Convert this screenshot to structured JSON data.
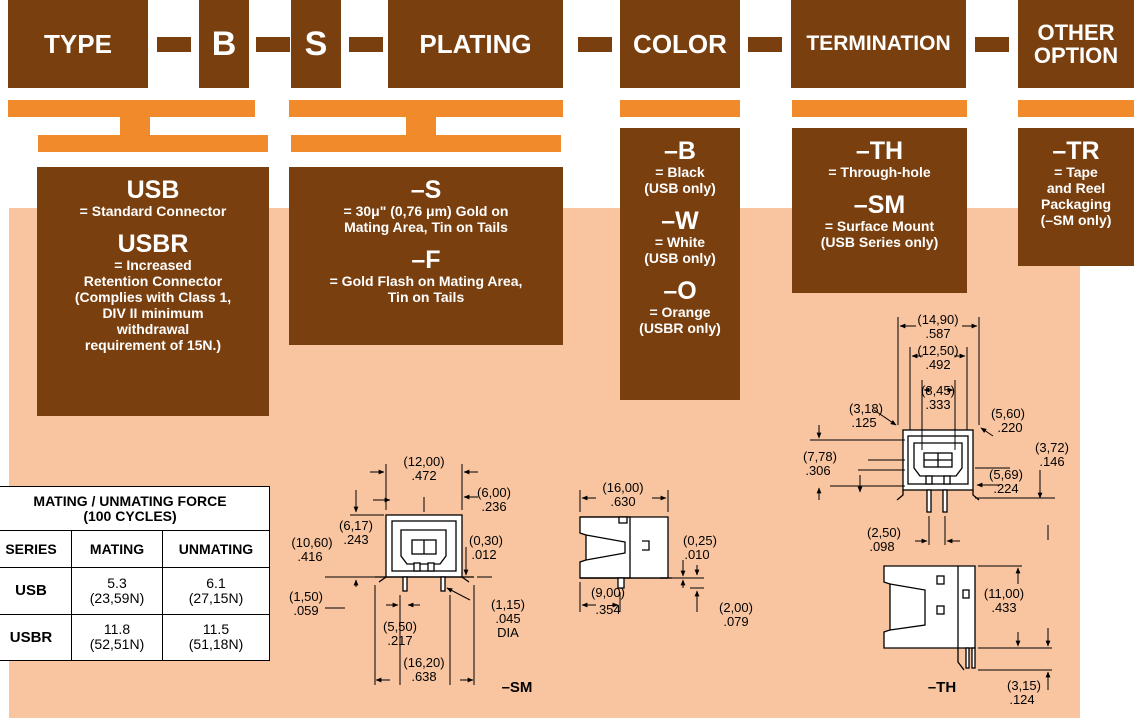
{
  "header": {
    "type": "TYPE",
    "b": "B",
    "s": "S",
    "plating": "PLATING",
    "color": "COLOR",
    "termination": "TERMINATION",
    "other_line1": "OTHER",
    "other_line2": "OPTION"
  },
  "type_box": {
    "usb_code": "USB",
    "usb_desc": "= Standard Connector",
    "usbr_code": "USBR",
    "usbr_desc": [
      "= Increased",
      "Retention Connector",
      "(Complies with Class 1,",
      "DIV II minimum",
      "withdrawal",
      "requirement of 15N.)"
    ]
  },
  "plating_box": {
    "s_code": "–S",
    "s_desc": [
      "= 30μ\" (0,76 μm) Gold on",
      "Mating Area, Tin on Tails"
    ],
    "f_code": "–F",
    "f_desc": [
      "= Gold Flash on Mating Area,",
      "Tin on Tails"
    ]
  },
  "color_box": {
    "b_code": "–B",
    "b_desc": [
      "= Black",
      "(USB only)"
    ],
    "w_code": "–W",
    "w_desc": [
      "= White",
      "(USB only)"
    ],
    "o_code": "–O",
    "o_desc": [
      "= Orange",
      "(USBR only)"
    ]
  },
  "termination_box": {
    "th_code": "–TH",
    "th_desc": "= Through-hole",
    "sm_code": "–SM",
    "sm_desc": [
      "= Surface Mount",
      "(USB Series only)"
    ]
  },
  "other_box": {
    "tr_code": "–TR",
    "tr_desc": [
      "= Tape",
      "and Reel",
      "Packaging",
      "(–SM only)"
    ]
  },
  "force_table": {
    "title_line1": "MATING / UNMATING FORCE",
    "title_line2": "(100 CYCLES)",
    "col_series": "SERIES",
    "col_mating": "MATING",
    "col_unmating": "UNMATING",
    "rows": [
      {
        "series": "USB",
        "mating": "5.3",
        "mating_n": "(23,59N)",
        "unmating": "6.1",
        "unmating_n": "(27,15N)"
      },
      {
        "series": "USBR",
        "mating": "11.8",
        "mating_n": "(52,51N)",
        "unmating": "11.5",
        "unmating_n": "(51,18N)"
      }
    ]
  },
  "sm_drawing": {
    "label": "–SM",
    "dims": {
      "w12": [
        "(12,00)",
        ".472"
      ],
      "w6": [
        "(6,00)",
        ".236"
      ],
      "h1060": [
        "(10,60)",
        ".416"
      ],
      "h617": [
        "(6,17)",
        ".243"
      ],
      "d030": [
        "(0,30)",
        ".012"
      ],
      "h150": [
        "(1,50)",
        ".059"
      ],
      "w550": [
        "(5,50)",
        ".217"
      ],
      "d115": [
        "(1,15)",
        ".045",
        "DIA"
      ],
      "w1620": [
        "(16,20)",
        ".638"
      ],
      "w1600": [
        "(16,00)",
        ".630"
      ],
      "d025": [
        "(0,25)",
        ".010"
      ],
      "w900": [
        "(9,00)",
        ".354"
      ],
      "d200": [
        "(2,00)",
        ".079"
      ]
    }
  },
  "th_drawing": {
    "label": "–TH",
    "dims": {
      "w1490": [
        "(14,90)",
        ".587"
      ],
      "w1250": [
        "(12,50)",
        ".492"
      ],
      "w845": [
        "(8,45)",
        ".333"
      ],
      "d318": [
        "(3,18)",
        ".125"
      ],
      "d560": [
        "(5,60)",
        ".220"
      ],
      "h778": [
        "(7,78)",
        ".306"
      ],
      "d372": [
        "(3,72)",
        ".146"
      ],
      "d569": [
        "(5,69)",
        ".224"
      ],
      "d250": [
        "(2,50)",
        ".098"
      ],
      "h1100": [
        "(11,00)",
        ".433"
      ],
      "d315": [
        "(3,15)",
        ".124"
      ]
    }
  },
  "colors": {
    "brown": "#7a3f0e",
    "orange": "#f08a2a",
    "peach": "#f9c5a0"
  }
}
